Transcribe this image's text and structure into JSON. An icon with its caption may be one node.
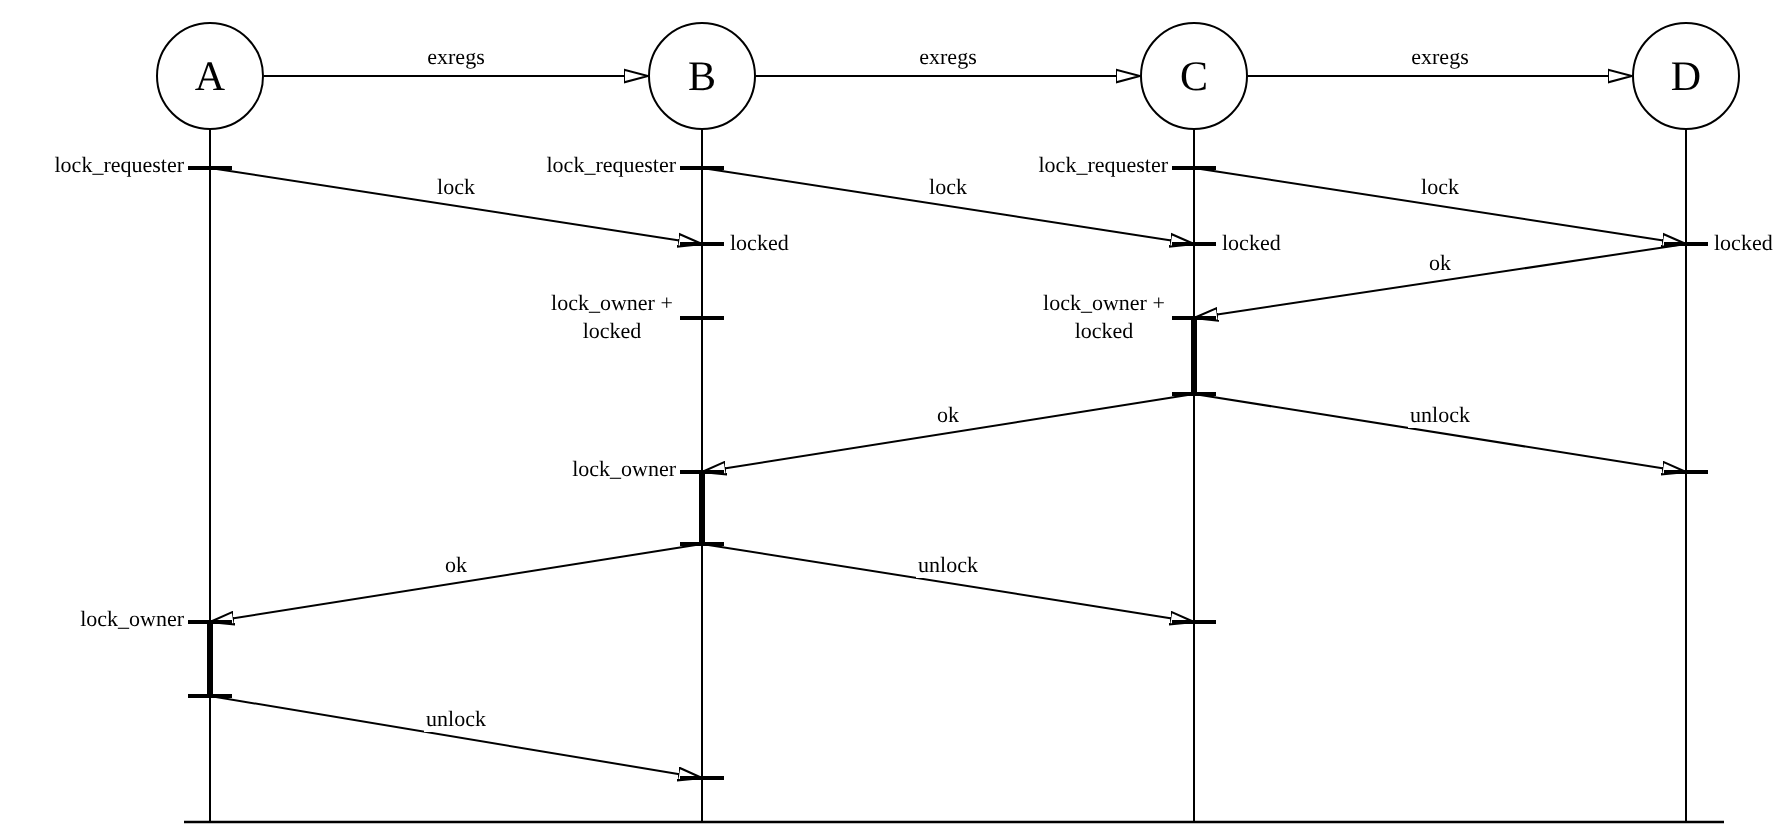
{
  "diagram": {
    "nodes": [
      {
        "text": [
          "A"
        ]
      },
      {
        "text": [
          "B"
        ]
      },
      {
        "text": [
          "C"
        ]
      },
      {
        "text": [
          "D"
        ]
      },
      {
        "text": [],
        "shape": "bar",
        "beside": [
          "lock_requester"
        ]
      },
      {
        "text": [],
        "shape": "bar",
        "beside": [
          "lock_requester"
        ]
      },
      {
        "text": [],
        "shape": "bar",
        "beside": [
          "lock_requester"
        ]
      },
      {
        "text": [],
        "shape": "bar",
        "beside": [
          "locked"
        ]
      },
      {
        "text": [],
        "shape": "bar",
        "beside": [
          "locked"
        ]
      },
      {
        "text": [],
        "shape": "bar",
        "beside": [
          "locked"
        ]
      },
      {
        "text": [],
        "shape": "bar",
        "beside": [
          "lock_owner + locked"
        ]
      },
      {
        "text": [],
        "shape": "bar",
        "beside": [
          "lock_owner + locked"
        ]
      },
      {
        "text": [],
        "shape": "bar"
      },
      {
        "text": [],
        "shape": "bar",
        "beside": [
          "lock_owner"
        ]
      },
      {
        "text": [],
        "shape": "bar"
      },
      {
        "text": [],
        "shape": "bar"
      },
      {
        "text": [],
        "shape": "bar",
        "beside": [
          "lock_owner"
        ]
      },
      {
        "text": [],
        "shape": "bar"
      },
      {
        "text": [],
        "shape": "bar"
      },
      {
        "text": [],
        "shape": "bar"
      }
    ],
    "edges": [
      {
        "from": 0,
        "to": 1,
        "arrow": "to",
        "label": "exregs"
      },
      {
        "from": 1,
        "to": 2,
        "arrow": "to",
        "label": "exregs"
      },
      {
        "from": 2,
        "to": 3,
        "arrow": "to",
        "label": "exregs"
      },
      {
        "from": 4,
        "to": 7,
        "arrow": "to",
        "label": "lock"
      },
      {
        "from": 5,
        "to": 8,
        "arrow": "to",
        "label": "lock"
      },
      {
        "from": 6,
        "to": 9,
        "arrow": "to",
        "label": "lock"
      },
      {
        "from": 9,
        "to": 11,
        "arrow": "to",
        "label": "ok"
      },
      {
        "from": 11,
        "to": 12,
        "arrow": "none",
        "style": "thick"
      },
      {
        "from": 12,
        "to": 13,
        "arrow": "to",
        "label": "ok"
      },
      {
        "from": 12,
        "to": 14,
        "arrow": "to",
        "label": "unlock"
      },
      {
        "from": 13,
        "to": 15,
        "arrow": "none",
        "style": "thick"
      },
      {
        "from": 15,
        "to": 16,
        "arrow": "to",
        "label": "ok"
      },
      {
        "from": 15,
        "to": 17,
        "arrow": "to",
        "label": "unlock"
      },
      {
        "from": 16,
        "to": 18,
        "arrow": "none",
        "style": "thick"
      },
      {
        "from": 18,
        "to": 19,
        "arrow": "to",
        "label": "unlock"
      }
    ]
  }
}
